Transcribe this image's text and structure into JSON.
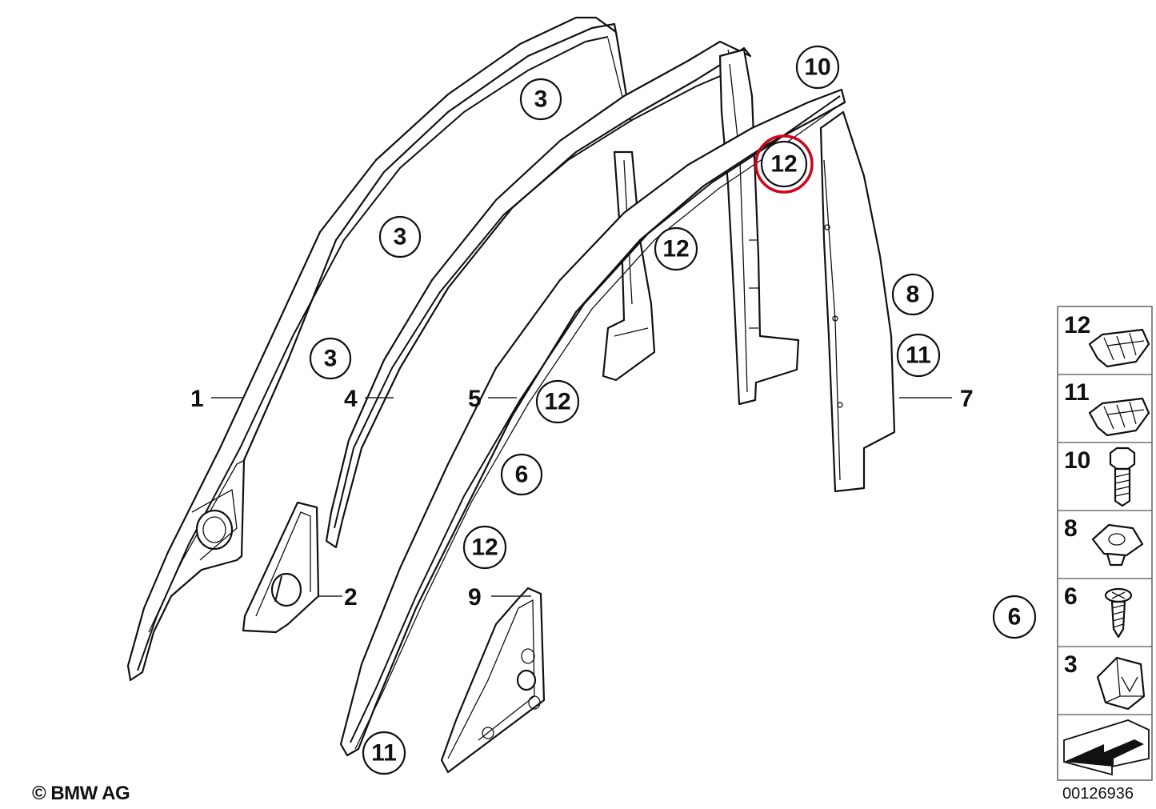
{
  "footer": {
    "copyright": "© BMW AG",
    "drawing_number": "00126936"
  },
  "leader_labels": [
    {
      "id": "1",
      "text": "1"
    },
    {
      "id": "4",
      "text": "4"
    },
    {
      "id": "5",
      "text": "5"
    },
    {
      "id": "7",
      "text": "7"
    },
    {
      "id": "2",
      "text": "2"
    },
    {
      "id": "9",
      "text": "9"
    }
  ],
  "callouts": [
    {
      "id": "c3a",
      "text": "3",
      "highlighted": false
    },
    {
      "id": "c3b",
      "text": "3",
      "highlighted": false
    },
    {
      "id": "c3c",
      "text": "3",
      "highlighted": false
    },
    {
      "id": "c10",
      "text": "10",
      "highlighted": false
    },
    {
      "id": "c12a",
      "text": "12",
      "highlighted": true
    },
    {
      "id": "c12b",
      "text": "12",
      "highlighted": false
    },
    {
      "id": "c12c",
      "text": "12",
      "highlighted": false
    },
    {
      "id": "c12d",
      "text": "12",
      "highlighted": false
    },
    {
      "id": "c8",
      "text": "8",
      "highlighted": false
    },
    {
      "id": "c11a",
      "text": "11",
      "highlighted": false
    },
    {
      "id": "c6a",
      "text": "6",
      "highlighted": false
    },
    {
      "id": "c11b",
      "text": "11",
      "highlighted": false
    },
    {
      "id": "c6b",
      "text": "6",
      "highlighted": false
    }
  ],
  "legend": [
    {
      "number": "12",
      "icon": "clip-icon"
    },
    {
      "number": "11",
      "icon": "clip-icon"
    },
    {
      "number": "10",
      "icon": "hex-bolt-icon"
    },
    {
      "number": "8",
      "icon": "expanding-nut-icon"
    },
    {
      "number": "6",
      "icon": "screw-icon"
    },
    {
      "number": "3",
      "icon": "spring-clip-icon"
    }
  ],
  "colors": {
    "line": "#111111",
    "highlight": "#d0021b",
    "background": "#ffffff"
  }
}
